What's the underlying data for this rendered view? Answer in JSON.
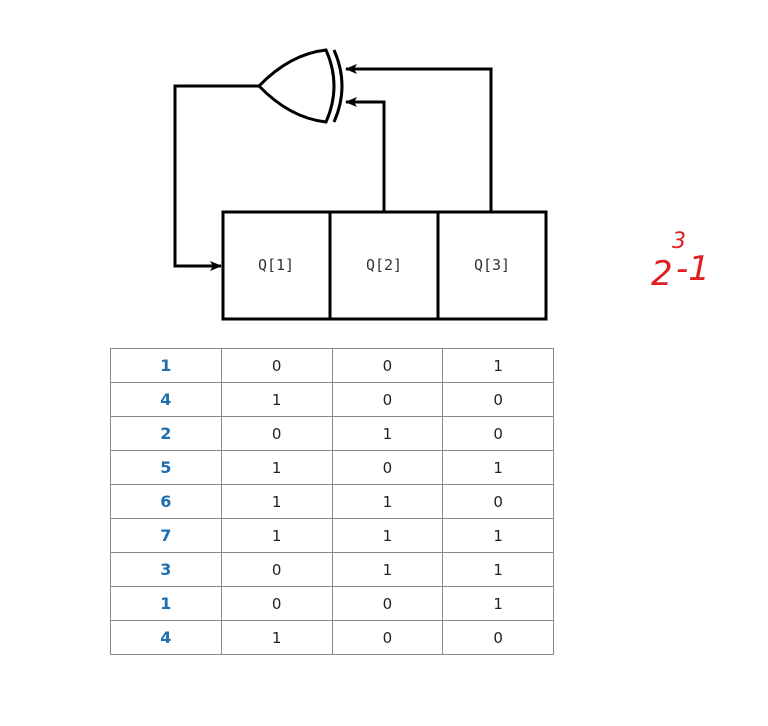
{
  "registers": [
    {
      "label": "Q[1]"
    },
    {
      "label": "Q[2]"
    },
    {
      "label": "Q[3]"
    }
  ],
  "annotation": {
    "base": "2",
    "exponent": "3",
    "suffix": "-1"
  },
  "colors": {
    "line": "#000000",
    "state_number": "#1f6fae",
    "annotation": "#e02020"
  },
  "icons": [
    "xor-gate",
    "arrow-head"
  ],
  "table": {
    "rows": [
      {
        "state": "1",
        "bits": [
          "0",
          "0",
          "1"
        ]
      },
      {
        "state": "4",
        "bits": [
          "1",
          "0",
          "0"
        ]
      },
      {
        "state": "2",
        "bits": [
          "0",
          "1",
          "0"
        ]
      },
      {
        "state": "5",
        "bits": [
          "1",
          "0",
          "1"
        ]
      },
      {
        "state": "6",
        "bits": [
          "1",
          "1",
          "0"
        ]
      },
      {
        "state": "7",
        "bits": [
          "1",
          "1",
          "1"
        ]
      },
      {
        "state": "3",
        "bits": [
          "0",
          "1",
          "1"
        ]
      },
      {
        "state": "1",
        "bits": [
          "0",
          "0",
          "1"
        ]
      },
      {
        "state": "4",
        "bits": [
          "1",
          "0",
          "0"
        ]
      }
    ]
  }
}
